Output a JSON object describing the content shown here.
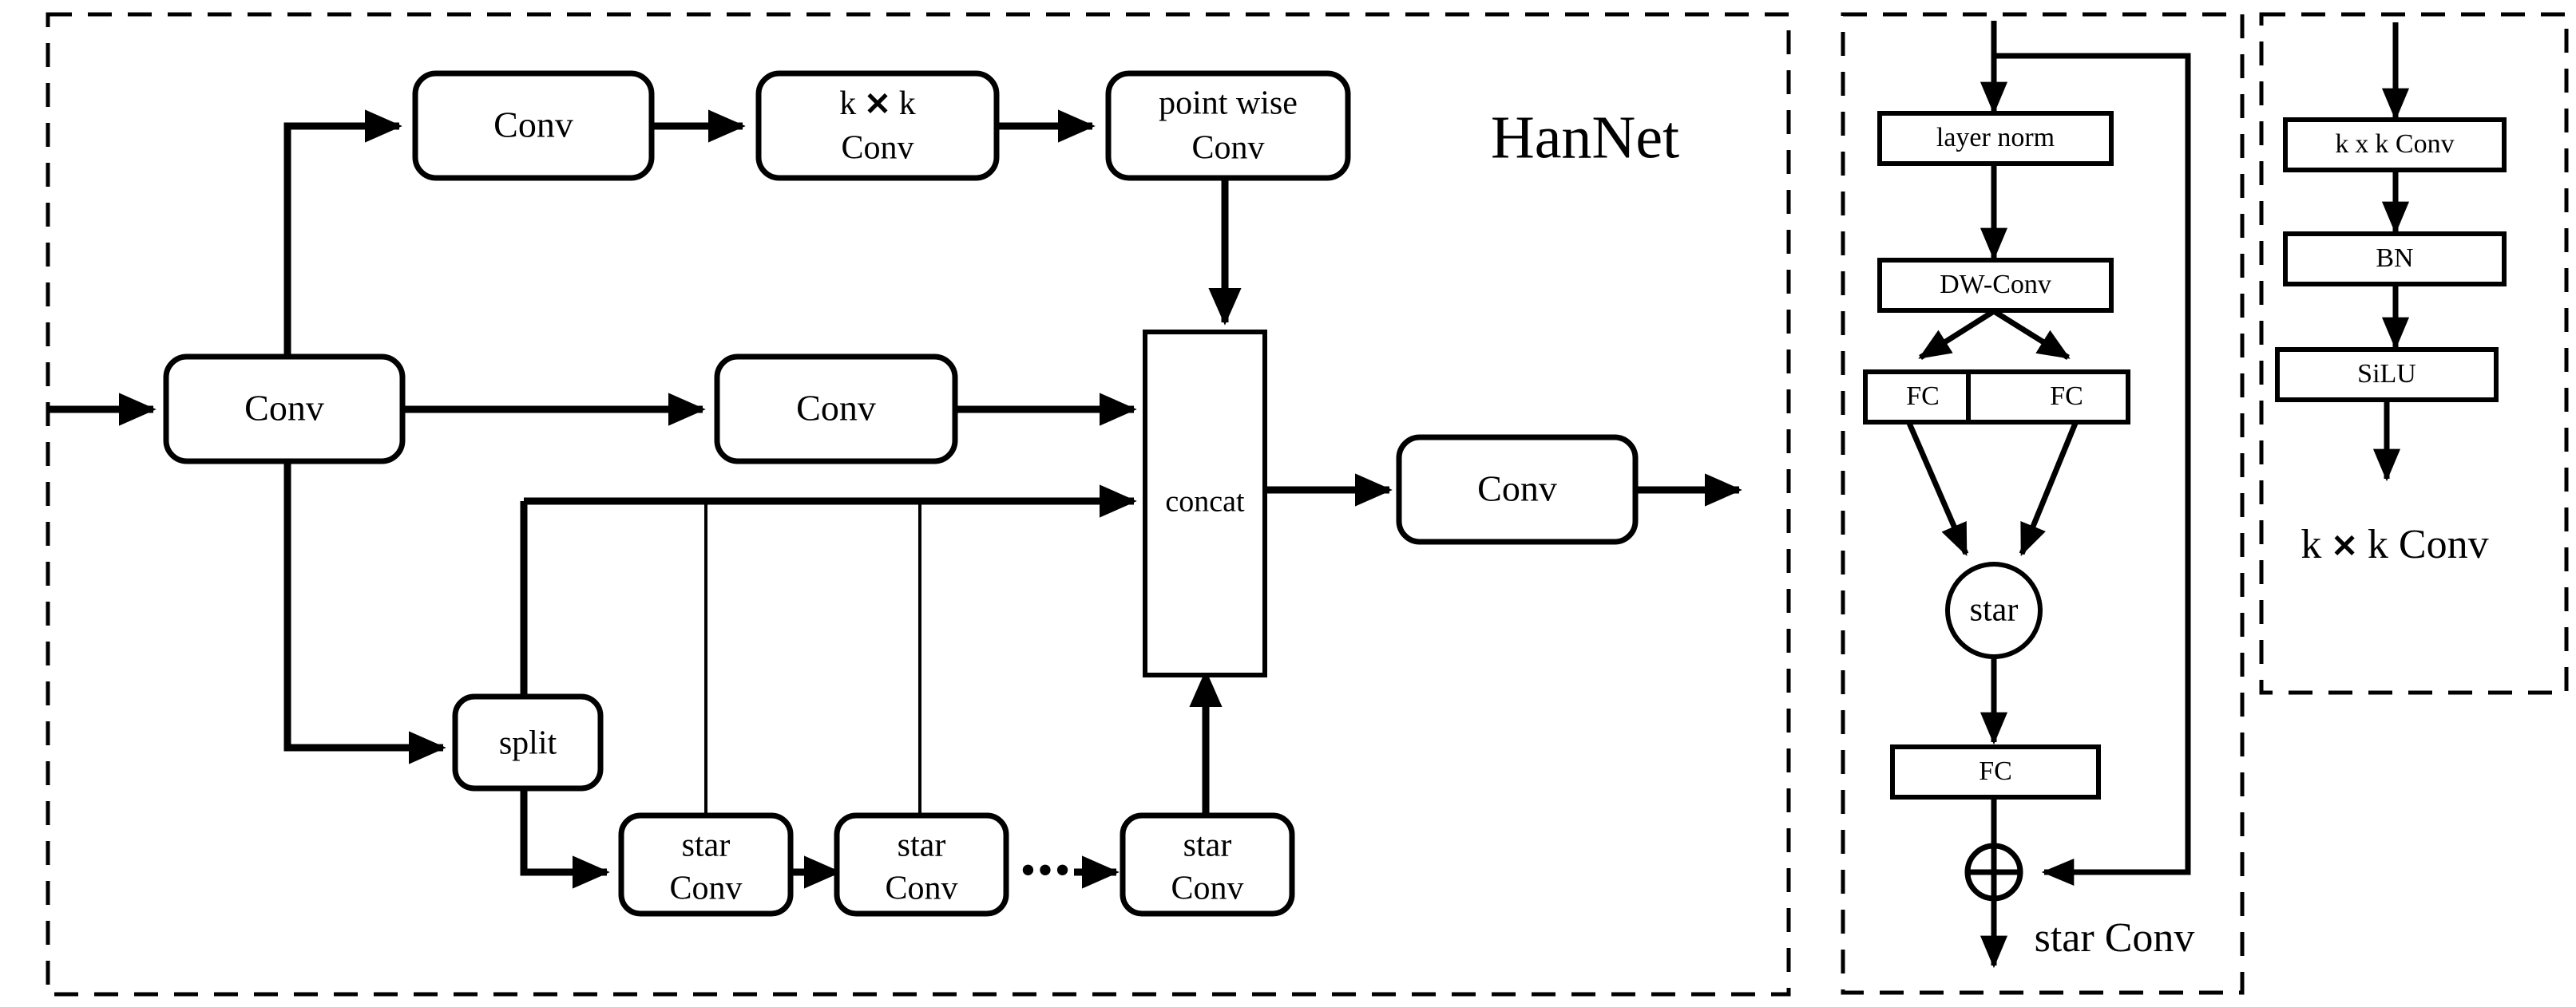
{
  "figure": {
    "type": "network-architecture-diagram",
    "panels": [
      {
        "id": "hannet",
        "title": "HanNet",
        "title_position": "top-right-inside",
        "border": "dashed"
      },
      {
        "id": "star-conv",
        "title": "star Conv",
        "title_position": "bottom-right-inside",
        "border": "dashed"
      },
      {
        "id": "kxk-conv",
        "title": "k ✕ k  Conv",
        "title_position": "bottom-center-inside",
        "border": "dashed"
      }
    ]
  },
  "hannet": {
    "title": "HanNet",
    "nodes": {
      "conv_stem": "Conv",
      "conv_top": "Conv",
      "kxk_conv_line1_pre": "k",
      "kxk_conv_line1_mid": "✕",
      "kxk_conv_line1_post": "k",
      "kxk_conv_line2": "Conv",
      "point_wise_line1": "point wise",
      "point_wise_line2": "Conv",
      "conv_mid": "Conv",
      "concat": "concat",
      "conv_out": "Conv",
      "split": "split",
      "star_conv_1_line1": "star",
      "star_conv_1_line2": "Conv",
      "star_conv_2_line1": "star",
      "star_conv_2_line2": "Conv",
      "star_conv_n_line1": "star",
      "star_conv_n_line2": "Conv",
      "ellipsis": "•••"
    }
  },
  "star_conv_panel": {
    "title": "star Conv",
    "nodes": {
      "layer_norm": "layer norm",
      "dw_conv": "DW-Conv",
      "fc_left": "FC",
      "fc_right": "FC",
      "star": "star",
      "fc_bottom": "FC",
      "add": "⊕"
    }
  },
  "kxk_conv_panel": {
    "title_pre": "k",
    "title_mid": "✕",
    "title_post": "k  Conv",
    "nodes": {
      "kxk_conv_pre": "k",
      "kxk_conv_mid": "x",
      "kxk_conv_post": "k  Conv",
      "bn": "BN",
      "silu": "SiLU"
    }
  },
  "colors": {
    "stroke": "#000000",
    "fill": "#ffffff",
    "background": "#ffffff"
  }
}
